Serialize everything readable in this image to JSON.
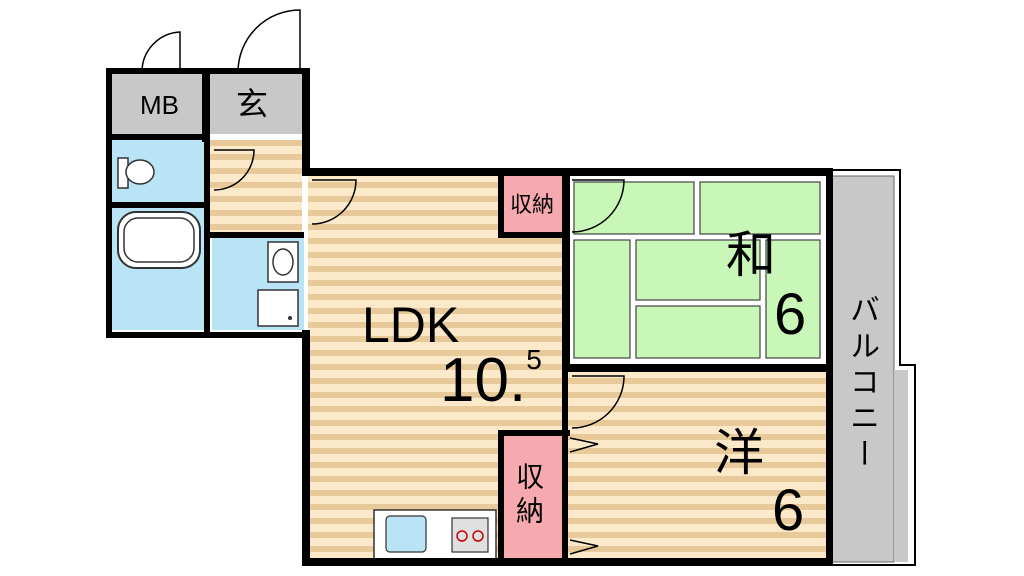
{
  "rooms": {
    "mb": {
      "label": "MB"
    },
    "genkan": {
      "label": "玄"
    },
    "ldk": {
      "label": "LDK",
      "size": "10.",
      "size_sup": "5"
    },
    "washitsu": {
      "label": "和",
      "size": "6"
    },
    "youshitsu": {
      "label": "洋",
      "size": "6"
    },
    "storage_top": {
      "label": "収納"
    },
    "storage_bottom": {
      "label": "収納"
    },
    "balcony": {
      "label": "バルコニー"
    }
  },
  "colors": {
    "wall": "#000000",
    "floor_wood_light": "#fbe9c9",
    "floor_wood_dark": "#e7c99a",
    "tatami": "#c8f7b8",
    "wet_area": "#b9e4f6",
    "storage": "#f6a9ae",
    "utility": "#c8c8c8",
    "balcony": "#c8c8c8"
  }
}
